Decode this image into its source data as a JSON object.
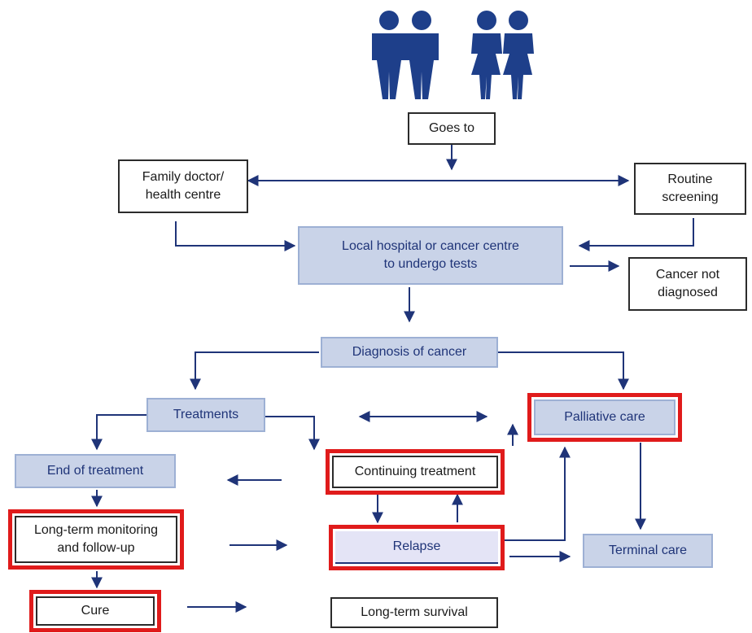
{
  "diagram": {
    "boxes": {
      "goes_to": "Goes to",
      "family_doctor": "Family doctor/\nhealth centre",
      "routine_screening": "Routine\nscreening",
      "local_hospital": "Local hospital or cancer centre\nto undergo tests",
      "cancer_not_diagnosed": "Cancer not\ndiagnosed",
      "diagnosis": "Diagnosis of cancer",
      "treatments": "Treatments",
      "palliative_care": "Palliative care",
      "end_of_treatment": "End of treatment",
      "continuing_treatment": "Continuing treatment",
      "long_term_monitoring": "Long-term monitoring\nand follow-up",
      "relapse": "Relapse",
      "terminal_care": "Terminal care",
      "cure": "Cure",
      "long_term_survival": "Long-term survival"
    },
    "highlighted": [
      "palliative_care",
      "continuing_treatment",
      "long_term_monitoring",
      "relapse",
      "cure"
    ],
    "people_icon": "two-men-two-women-icon",
    "colors": {
      "navy": "#1f3478",
      "box_blue": "#c9d3e8",
      "highlight_red": "#e01b1b",
      "icon_blue": "#1e3f8a"
    }
  }
}
